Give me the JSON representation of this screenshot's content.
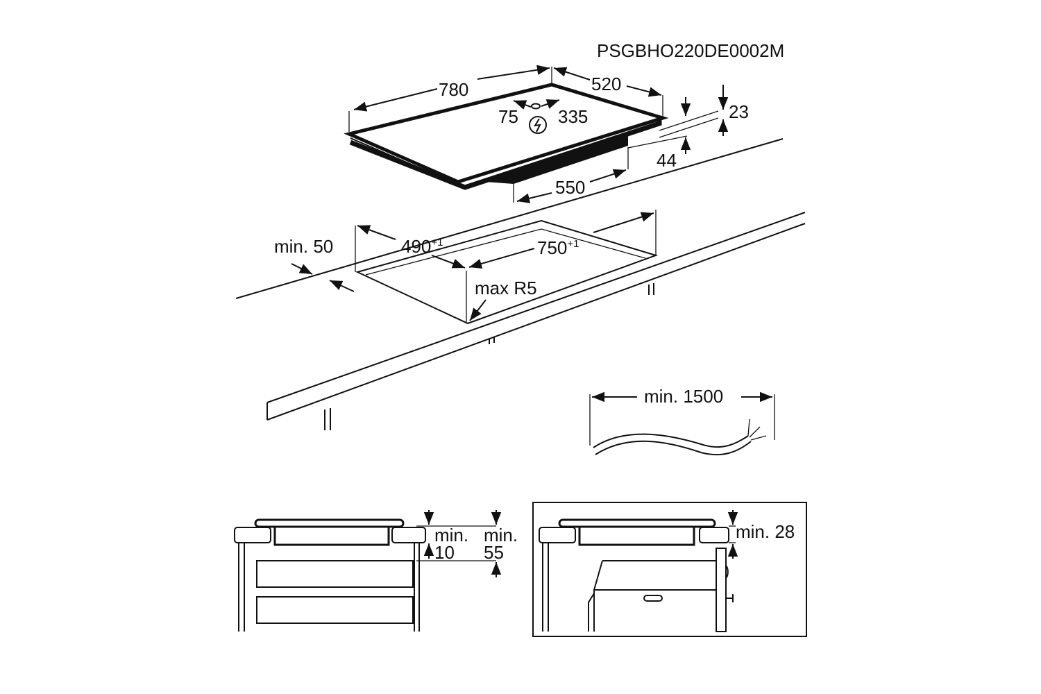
{
  "code": "PSGBHO220DE0002M",
  "hob": {
    "width": "780",
    "depth": "520",
    "conn_left": "75",
    "conn_right": "335",
    "thickness": "23",
    "body_height": "44",
    "body_width": "550",
    "power_icon": "lightning-circle-icon"
  },
  "cutout": {
    "min_edge": "min. 50",
    "depth": "490",
    "depth_tol": "+1",
    "width": "750",
    "width_tol": "+1",
    "radius": "max R5"
  },
  "cable": {
    "length": "min. 1500"
  },
  "drawer_view": {
    "gap1_label": "min.",
    "gap1_value": "10",
    "gap2_label": "min.",
    "gap2_value": "55"
  },
  "oven_view": {
    "gap": "min. 28"
  }
}
